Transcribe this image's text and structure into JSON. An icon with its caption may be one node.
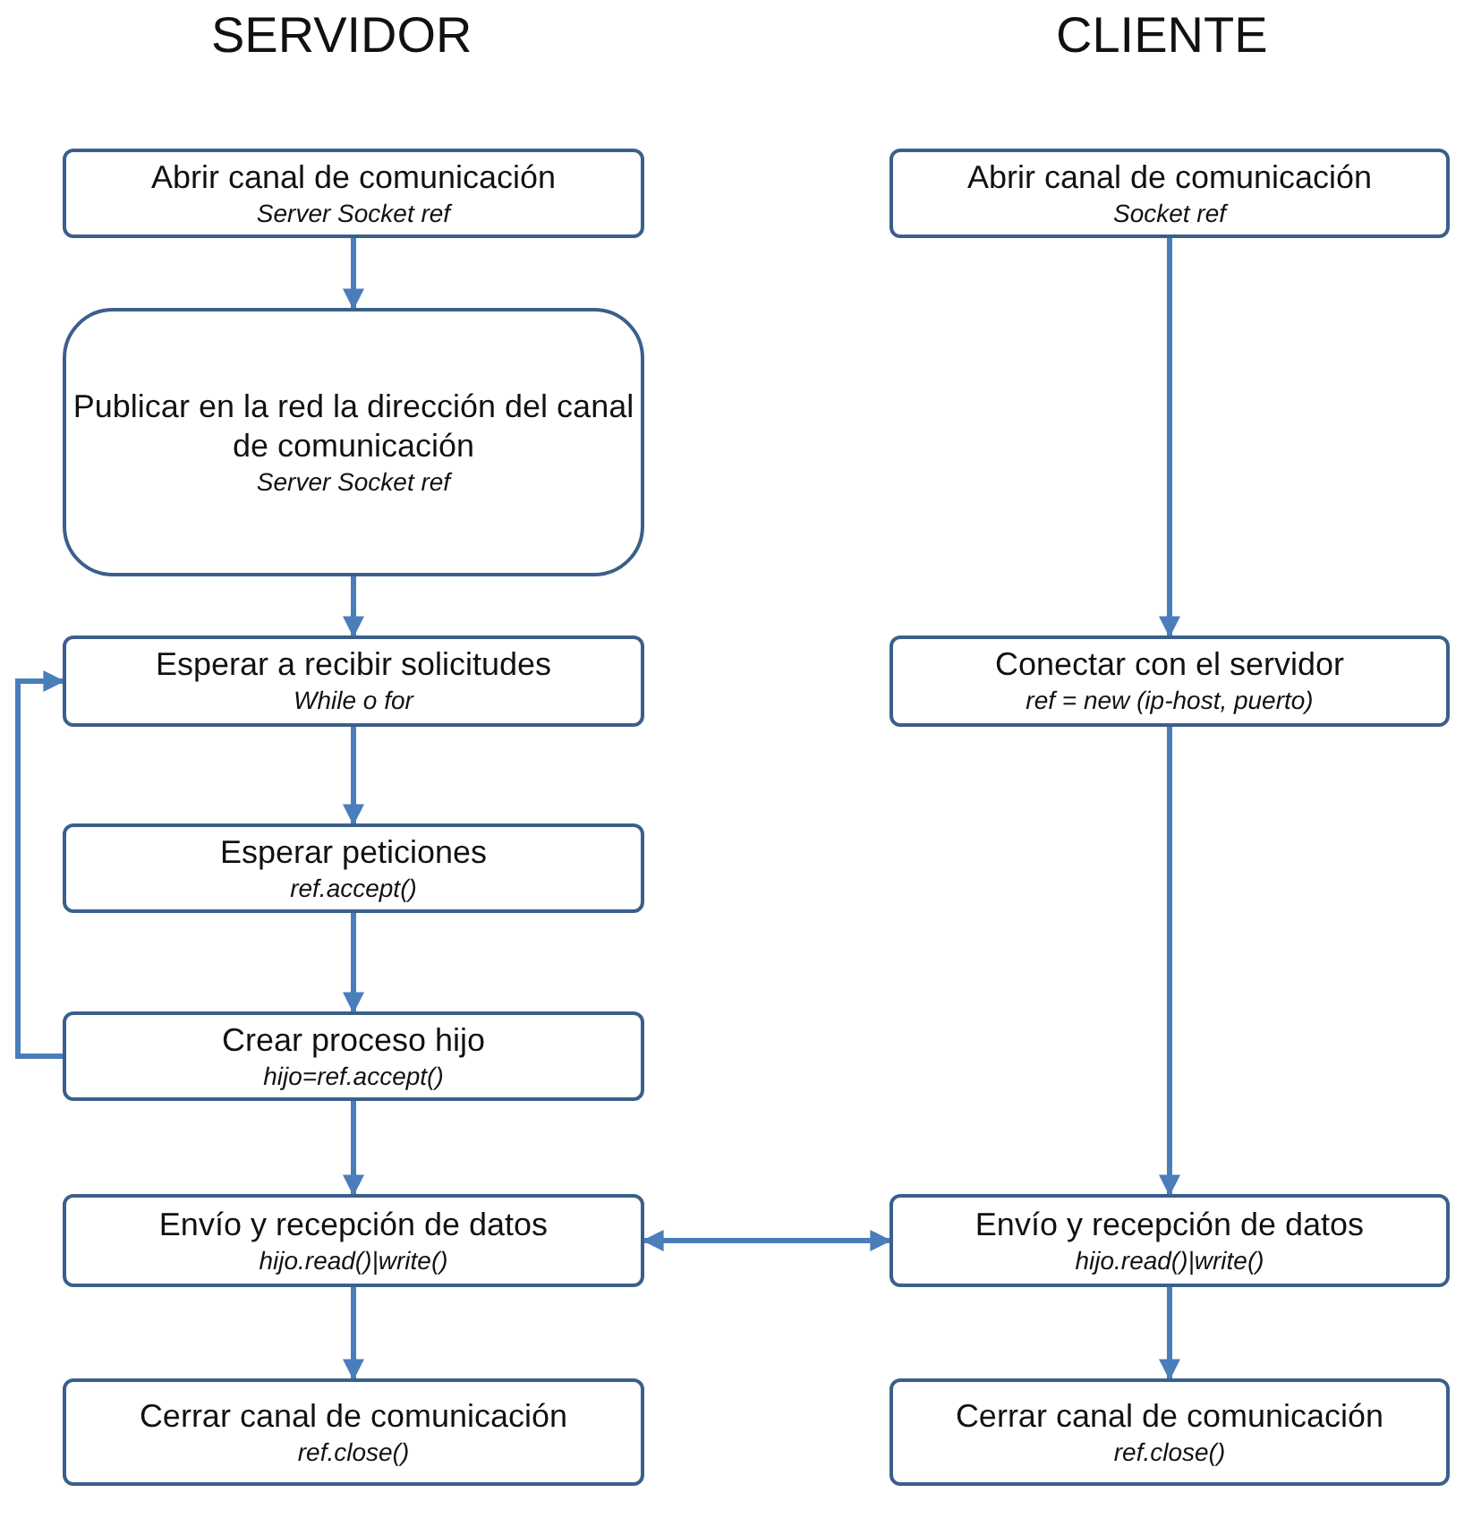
{
  "diagram": {
    "nodes": [
      {
        "text": [
          "Abrir canal de comunicación",
          "Server Socket ref"
        ]
      },
      {
        "text": [
          "Publicar en la red la dirección del canal de comunicación",
          "Server Socket ref"
        ]
      },
      {
        "text": [
          "Esperar a recibir solicitudes",
          "While o for"
        ]
      },
      {
        "text": [
          "Esperar peticiones",
          "ref.accept()"
        ]
      },
      {
        "text": [
          "Crear proceso hijo",
          "hijo=ref.accept()"
        ]
      },
      {
        "text": [
          "Envío y recepción de datos",
          "hijo.read()|write()"
        ]
      },
      {
        "text": [
          "Cerrar canal de comunicación",
          "ref.close()"
        ]
      },
      {
        "text": [
          "Abrir canal de comunicación",
          "Socket ref"
        ]
      },
      {
        "text": [
          "Conectar con el servidor",
          "ref = new (ip-host, puerto)"
        ]
      },
      {
        "text": [
          "Envío y recepción de datos",
          "hijo.read()|write()"
        ]
      },
      {
        "text": [
          "Cerrar canal de comunicación",
          "ref.close()"
        ]
      }
    ],
    "edges": [
      {
        "from": 0,
        "to": 1,
        "arrow": "to"
      },
      {
        "from": 1,
        "to": 2,
        "arrow": "to"
      },
      {
        "from": 2,
        "to": 3,
        "arrow": "to"
      },
      {
        "from": 3,
        "to": 4,
        "arrow": "to"
      },
      {
        "from": 4,
        "to": 2,
        "arrow": "to"
      },
      {
        "from": 4,
        "to": 5,
        "arrow": "to"
      },
      {
        "from": 5,
        "to": 6,
        "arrow": "to"
      },
      {
        "from": 7,
        "to": 8,
        "arrow": "to"
      },
      {
        "from": 8,
        "to": 9,
        "arrow": "to"
      },
      {
        "from": 9,
        "to": 10,
        "arrow": "to"
      },
      {
        "from": 5,
        "to": 9,
        "arrow": "both"
      }
    ],
    "labels": [
      "SERVIDOR",
      "CLIENTE"
    ]
  }
}
